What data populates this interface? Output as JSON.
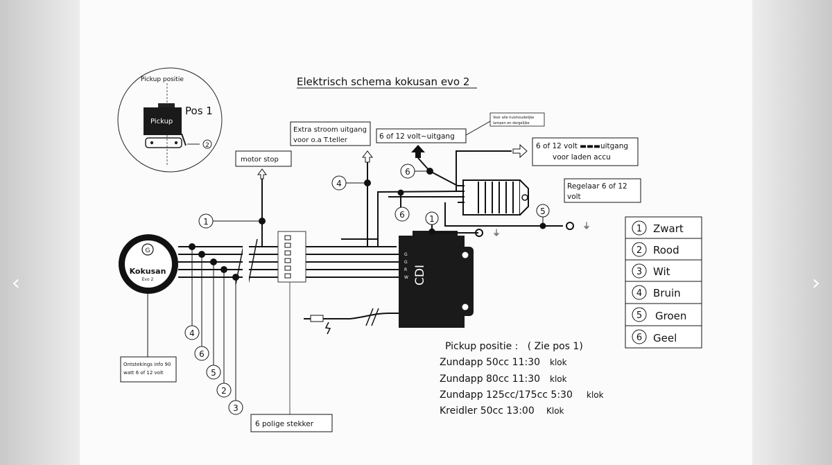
{
  "diagram": {
    "title": "Elektrisch schema kokusan evo 2",
    "inset": {
      "pickup_positie": "Pickup positie",
      "pos": "Pos 1",
      "pickup": "Pickup",
      "num": "2"
    },
    "boxes": {
      "motor_stop": "motor stop",
      "extra_1": "Extra stroom uitgang",
      "extra_2": "voor o.a T.teller",
      "small_note_1": "Voor alle huishoudelijke",
      "small_note_2": "lampen en dergelijke",
      "ac_out": "6 of 12 volt~uitgang",
      "dc_out_1": "6 of 12 volt ▬▬▬uitgang",
      "dc_out_2": "voor laden accu",
      "regulator_1": "Regelaar 6 of 12",
      "regulator_2": "volt",
      "ontsteking_1": "Ontstekings info 90",
      "ontsteking_2": "watt 6 of 12 volt",
      "stekker": "6 polige stekker"
    },
    "generator": {
      "label": "Kokusan",
      "sub": "Evo 2",
      "symbol": "G"
    },
    "cdi": {
      "label": "CDI",
      "pins": [
        "G",
        "G",
        "R",
        "W"
      ]
    },
    "wire_numbers": {
      "n1": "1",
      "n4": "4",
      "n6a": "6",
      "n6b": "6",
      "n1b": "1",
      "n5": "5",
      "bl4": "4",
      "bl6": "6",
      "bl5": "5",
      "bl2": "2",
      "bl3": "3"
    },
    "legend": [
      {
        "num": "1",
        "color": "Zwart"
      },
      {
        "num": "2",
        "color": "Rood"
      },
      {
        "num": "3",
        "color": "Wit"
      },
      {
        "num": "4",
        "color": "Bruin"
      },
      {
        "num": "5",
        "color": "Groen"
      },
      {
        "num": "6",
        "color": "Geel"
      }
    ],
    "pickup_info": {
      "heading": "Pickup positie :   ( Zie pos 1)",
      "rows": [
        {
          "model": "Zundapp 50cc 11:30",
          "unit": "klok"
        },
        {
          "model": "Zundapp 80cc 11:30",
          "unit": "klok"
        },
        {
          "model": "Zundapp 125cc/175cc 5:30",
          "unit": "klok"
        },
        {
          "model": "Kreidler 50cc 13:00",
          "unit": "Klok"
        }
      ]
    }
  },
  "nav": {
    "prev": "‹",
    "next": "›"
  }
}
